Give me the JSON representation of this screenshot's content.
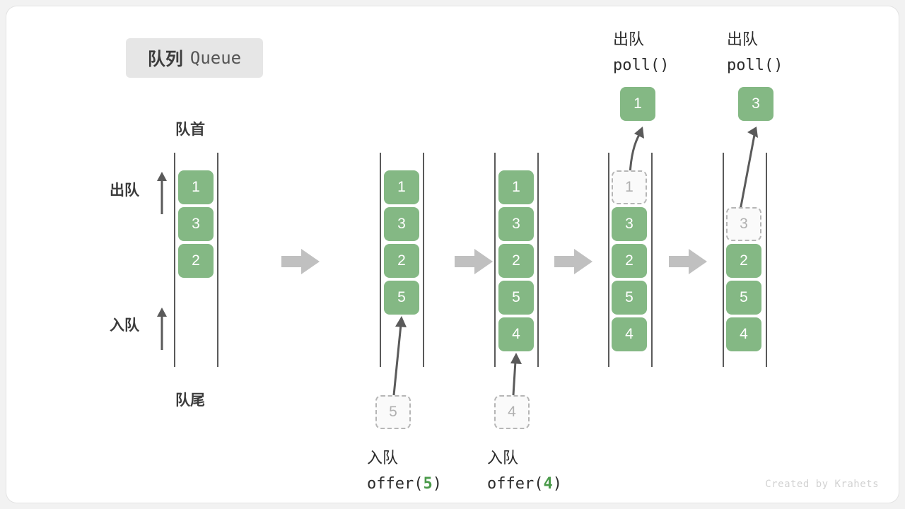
{
  "title": {
    "cn": "队列",
    "en": "Queue"
  },
  "labels": {
    "head": "队首",
    "tail": "队尾",
    "dequeue": "出队",
    "enqueue": "入队"
  },
  "operations": {
    "poll1": {
      "cn": "出队",
      "code_prefix": "poll",
      "code_args": "()",
      "result": "1"
    },
    "poll2": {
      "cn": "出队",
      "code_prefix": "poll",
      "code_args": "()",
      "result": "3"
    },
    "offer1": {
      "cn": "入队",
      "code_prefix": "offer(",
      "arg": "5",
      "code_suffix": ")",
      "pending": "5"
    },
    "offer2": {
      "cn": "入队",
      "code_prefix": "offer(",
      "arg": "4",
      "code_suffix": ")",
      "pending": "4"
    }
  },
  "columns": [
    {
      "name": "initial",
      "slots": [
        {
          "v": "1",
          "state": "filled"
        },
        {
          "v": "3",
          "state": "filled"
        },
        {
          "v": "2",
          "state": "filled"
        }
      ]
    },
    {
      "name": "after-offer-5",
      "slots": [
        {
          "v": "1",
          "state": "filled"
        },
        {
          "v": "3",
          "state": "filled"
        },
        {
          "v": "2",
          "state": "filled"
        },
        {
          "v": "5",
          "state": "filled"
        }
      ]
    },
    {
      "name": "after-offer-4",
      "slots": [
        {
          "v": "1",
          "state": "filled"
        },
        {
          "v": "3",
          "state": "filled"
        },
        {
          "v": "2",
          "state": "filled"
        },
        {
          "v": "5",
          "state": "filled"
        },
        {
          "v": "4",
          "state": "filled"
        }
      ]
    },
    {
      "name": "during-poll-1",
      "slots": [
        {
          "v": "1",
          "state": "ghost"
        },
        {
          "v": "3",
          "state": "filled"
        },
        {
          "v": "2",
          "state": "filled"
        },
        {
          "v": "5",
          "state": "filled"
        },
        {
          "v": "4",
          "state": "filled"
        }
      ]
    },
    {
      "name": "during-poll-3",
      "slots": [
        {
          "v": "",
          "state": "empty"
        },
        {
          "v": "3",
          "state": "ghost"
        },
        {
          "v": "2",
          "state": "filled"
        },
        {
          "v": "5",
          "state": "filled"
        },
        {
          "v": "4",
          "state": "filled"
        }
      ]
    }
  ],
  "colors": {
    "element": "#84b884",
    "rail": "#5a5a5a",
    "ghost_border": "#b6b6b6",
    "ghost_text": "#b0b0b0",
    "arrow": "#c0c0c0",
    "motion_arrow": "#5a5a5a",
    "badge_bg": "#e6e6e6",
    "accent_number": "#4a9a4a"
  },
  "watermark": "Created by Krahets"
}
